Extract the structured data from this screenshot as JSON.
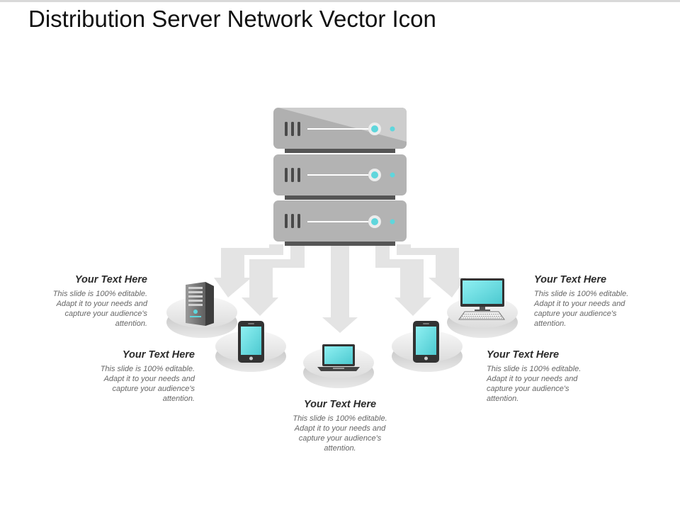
{
  "title": "Distribution Server Network Vector Icon",
  "nodes": [
    {
      "heading": "Your Text Here",
      "body": "This slide is 100% editable. Adapt it to your needs and capture your audience's attention.",
      "icon": "server-tower-icon"
    },
    {
      "heading": "Your Text Here",
      "body": "This slide is 100% editable. Adapt it to your needs and capture your audience's attention.",
      "icon": "smartphone-icon"
    },
    {
      "heading": "Your Text Here",
      "body": "This slide is 100% editable. Adapt it to your needs and capture your audience's attention.",
      "icon": "laptop-icon"
    },
    {
      "heading": "Your Text Here",
      "body": "This slide is 100% editable. Adapt it to your needs and capture your audience's attention.",
      "icon": "smartphone-icon"
    },
    {
      "heading": "Your Text Here",
      "body": "This slide is 100% editable. Adapt it to your needs and capture your audience's attention.",
      "icon": "desktop-computer-icon"
    }
  ],
  "colors": {
    "accent": "#5fd6dc",
    "server_gray": "#b3b3b3",
    "arrow_gray": "#e4e4e4",
    "pedestal": "#e9e9e9"
  }
}
